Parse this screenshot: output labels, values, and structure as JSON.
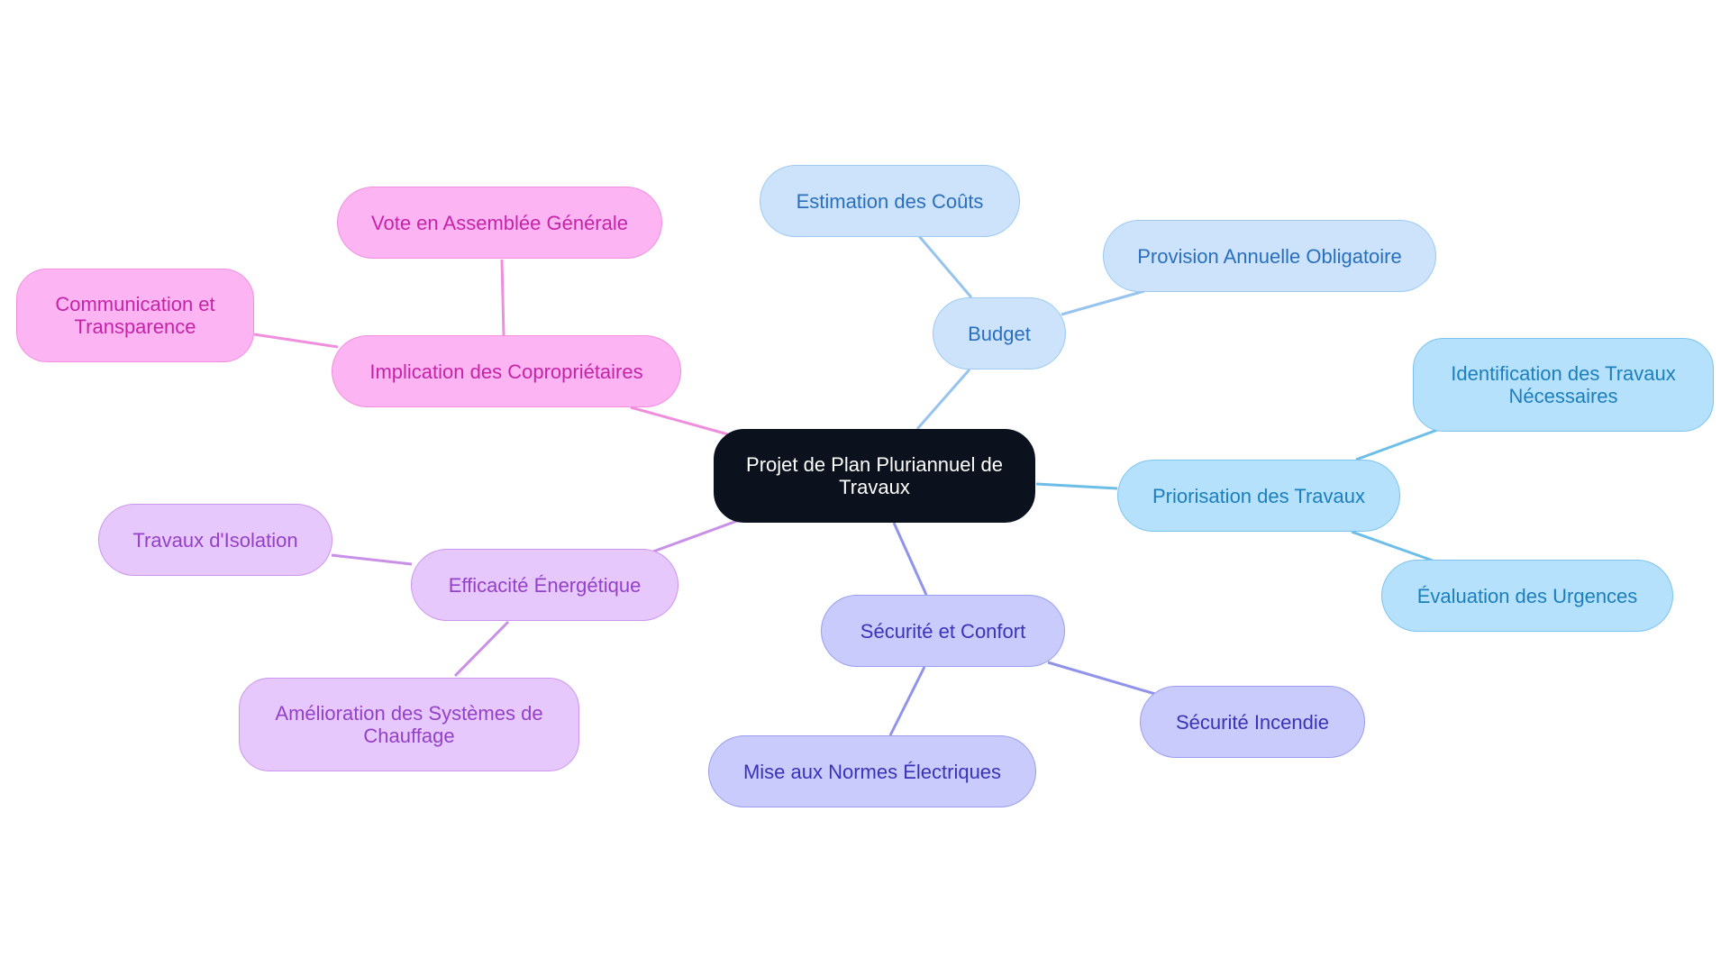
{
  "root": {
    "label": "Projet de Plan Pluriannuel de Travaux"
  },
  "branches": {
    "budget": {
      "label": "Budget",
      "color": "#96c4ef",
      "children": [
        "Estimation des Coûts",
        "Provision Annuelle Obligatoire"
      ]
    },
    "priorisation": {
      "label": "Priorisation des Travaux",
      "color": "#6cbde8",
      "children": [
        "Identification des Travaux Nécessaires",
        "Évaluation des Urgences"
      ]
    },
    "securite": {
      "label": "Sécurité et Confort",
      "color": "#8f93ec",
      "children": [
        "Sécurité Incendie",
        "Mise aux Normes Électriques"
      ]
    },
    "efficacite": {
      "label": "Efficacité Énergétique",
      "color": "#c990e8",
      "children": [
        "Travaux d'Isolation",
        "Amélioration des Systèmes de Chauffage"
      ]
    },
    "implication": {
      "label": "Implication des Copropriétaires",
      "color": "#ef8edd",
      "children": [
        "Vote en Assemblée Générale",
        "Communication et Transparence"
      ]
    }
  }
}
